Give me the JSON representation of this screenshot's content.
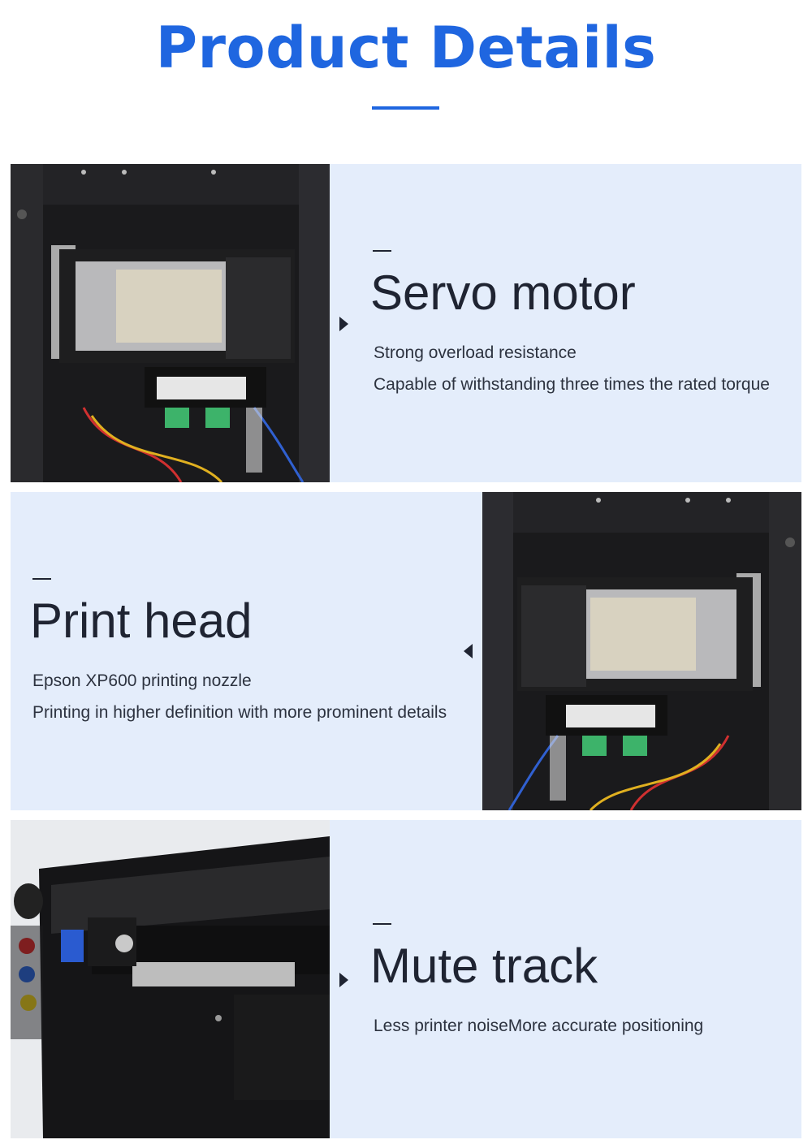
{
  "header": {
    "title": "Product Details"
  },
  "colors": {
    "accent": "#1f66e0",
    "panel": "#e4edfb",
    "text_dark": "#1f2432"
  },
  "sections": [
    {
      "title": "Servo motor",
      "lines": [
        "Strong overload resistance",
        "Capable of withstanding three times the rated torque"
      ]
    },
    {
      "title": "Print head",
      "lines": [
        "Epson XP600 printing nozzle",
        "Printing in higher definition with more prominent details"
      ]
    },
    {
      "title": "Mute track",
      "lines": [
        "Less printer noiseMore accurate positioning"
      ]
    }
  ]
}
